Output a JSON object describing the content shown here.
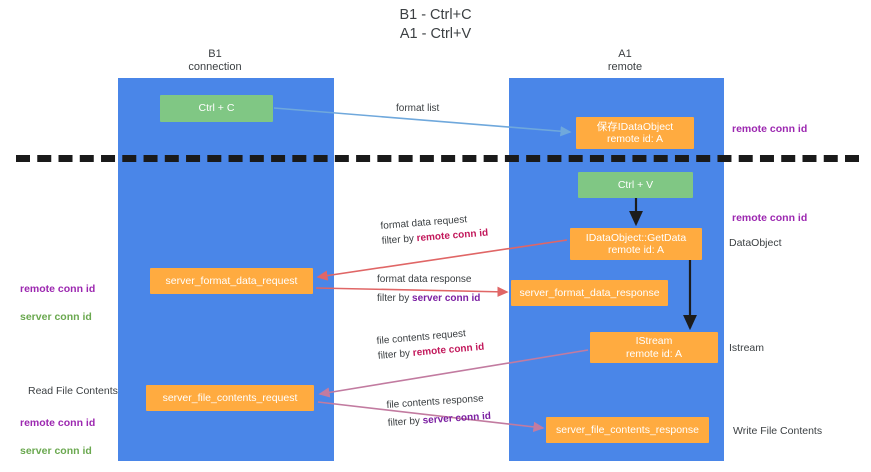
{
  "title": "B1 - Ctrl+C\nA1 - Ctrl+V",
  "lanes": [
    {
      "name": "lane-b1",
      "header": "B1\nconnection"
    },
    {
      "name": "lane-a1",
      "header": "A1\nremote"
    }
  ],
  "nodes": [
    {
      "id": "ctrl-c",
      "label": "Ctrl + C",
      "color": "#80c784"
    },
    {
      "id": "idataobject",
      "label": "保存IDataObject\nremote id: A",
      "color": "#ffab40"
    },
    {
      "id": "ctrl-v",
      "label": "Ctrl + V",
      "color": "#80c784"
    },
    {
      "id": "idataobject-getdata",
      "label": "IDataObject::GetData\nremote id: A",
      "color": "#ffab40"
    },
    {
      "id": "server-format-data-request",
      "label": "server_format_data_request",
      "color": "#ffab40"
    },
    {
      "id": "server-format-data-response",
      "label": "server_format_data_response",
      "color": "#ffab40"
    },
    {
      "id": "istream",
      "label": "IStream\nremote id: A",
      "color": "#ffab40"
    },
    {
      "id": "server-file-contents-request",
      "label": "server_file_contents_request",
      "color": "#ffab40"
    },
    {
      "id": "server-file-contents-response",
      "label": "server_file_contents_response",
      "color": "#ffab40"
    }
  ],
  "edges": [
    {
      "id": "format-list",
      "line1": "format list",
      "line2_prefix": "",
      "line2_key": ""
    },
    {
      "id": "format-data-request",
      "line1": "format data request",
      "line2_prefix": "filter by ",
      "line2_key": "remote conn id"
    },
    {
      "id": "format-data-response",
      "line1": "format data response",
      "line2_prefix": "filter by ",
      "line2_key": "server conn id"
    },
    {
      "id": "file-contents-request",
      "line1": "file contents request",
      "line2_prefix": "filter by ",
      "line2_key": "remote conn id"
    },
    {
      "id": "file-contents-response",
      "line1": "file contents response",
      "line2_prefix": "filter by ",
      "line2_key": "server conn id"
    }
  ],
  "right_labels": [
    {
      "id": "remote-conn-id-1",
      "text": "remote conn id",
      "style": "purple"
    },
    {
      "id": "remote-conn-id-2",
      "text": "remote conn id",
      "style": "purple"
    },
    {
      "id": "data-object",
      "text": "DataObject",
      "style": "plain"
    },
    {
      "id": "istream",
      "text": "Istream",
      "style": "plain"
    },
    {
      "id": "write-file-contents",
      "text": "Write File Contents",
      "style": "plain"
    }
  ],
  "left_labels": [
    {
      "id": "conn-ids-top",
      "text": "remote conn id\nserver conn id"
    },
    {
      "id": "read-file-contents",
      "text": "Read File Contents"
    },
    {
      "id": "conn-ids-bottom",
      "text": "remote conn id\nserver conn id"
    }
  ],
  "colors": {
    "lane": "#4a86e8",
    "node_green": "#80c784",
    "node_orange": "#ffab40",
    "accent_purple": "#9c27b0",
    "accent_green": "#6aa84f",
    "arrow_blue": "#6fa8dc",
    "arrow_red": "#e06666",
    "arrow_magenta": "#c27ba0",
    "arrow_dark": "#1c1c1c",
    "divider": "#1a1a1a",
    "text": "#3c4043"
  }
}
